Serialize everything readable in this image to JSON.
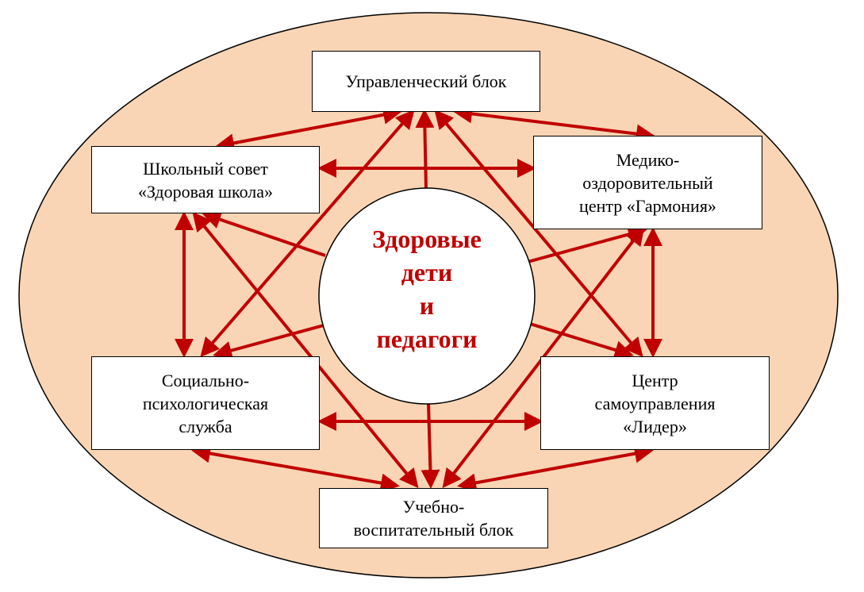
{
  "diagram": {
    "center": "Здоровые\nдети\nи\nпедагоги",
    "nodes": {
      "management": "Управленческий блок",
      "school_council": "Школьный совет\n«Здоровая школа»",
      "medical_center": "Медико-\nоздоровительный\nцентр «Гармония»",
      "social_service": "Социально-\nпсихологическая\nслужба",
      "self_government": "Центр\nсамоуправления\n«Лидер»",
      "educational": "Учебно-\nвоспитательный блок"
    },
    "colors": {
      "background": "#f9d5b5",
      "arrow": "#c00000",
      "center_text": "#c00000"
    }
  }
}
